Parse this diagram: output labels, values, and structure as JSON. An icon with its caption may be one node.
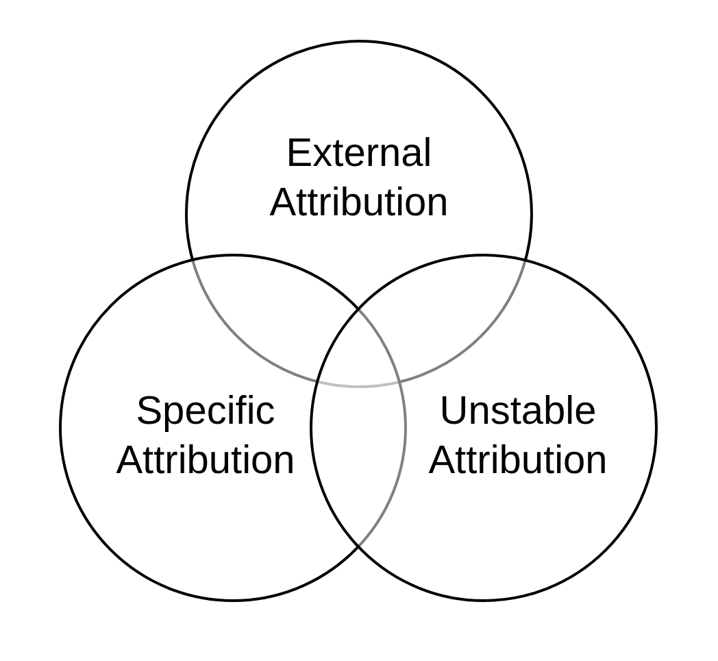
{
  "diagram": {
    "nodes": [
      {
        "text": [
          "External Attribution"
        ]
      },
      {
        "text": [
          "Specific Attribution"
        ]
      },
      {
        "text": [
          "Unstable Attribution"
        ]
      }
    ]
  }
}
